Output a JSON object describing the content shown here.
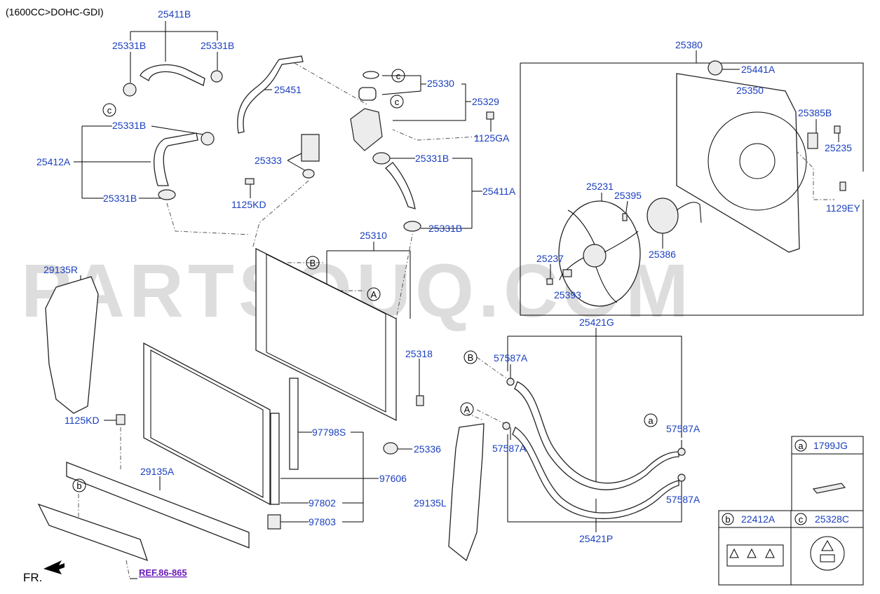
{
  "header": {
    "engine_label": "(1600CC>DOHC-GDI)"
  },
  "watermark": {
    "text": "PARTSOUQ.COM"
  },
  "footer": {
    "direction_label": "FR.",
    "reference_link": "REF.86-865"
  },
  "circle_marks": {
    "a": "a",
    "b": "b",
    "c": "c",
    "A": "A",
    "B": "B"
  },
  "labels": {
    "p25411B": "25411B",
    "p25331B_1": "25331B",
    "p25331B_2": "25331B",
    "p25331B_3": "25331B",
    "p25331B_4": "25331B",
    "p25331B_5": "25331B",
    "p25331B_6": "25331B",
    "p25412A": "25412A",
    "p25451": "25451",
    "p25330": "25330",
    "p25329": "25329",
    "p1125GA": "1125GA",
    "p25333": "25333",
    "p1125KD_1": "1125KD",
    "p25411A": "25411A",
    "p25380": "25380",
    "p25441A": "25441A",
    "p25350": "25350",
    "p25385B": "25385B",
    "p25235": "25235",
    "p25231": "25231",
    "p25395": "25395",
    "p25386": "25386",
    "p1129EY": "1129EY",
    "p25237": "25237",
    "p25393": "25393",
    "p25310": "25310",
    "p29135R": "29135R",
    "p25318": "25318",
    "p25421G": "25421G",
    "p57587A_1": "57587A",
    "p57587A_2": "57587A",
    "p57587A_3": "57587A",
    "p57587A_4": "57587A",
    "p1125KD_2": "1125KD",
    "p97798S": "97798S",
    "p25336": "25336",
    "p29135A": "29135A",
    "p97606": "97606",
    "p97802": "97802",
    "p97803": "97803",
    "p29135L": "29135L",
    "p25421P": "25421P"
  },
  "legend": {
    "a_code": "1799JG",
    "b_code": "22412A",
    "c_code": "25328C"
  }
}
